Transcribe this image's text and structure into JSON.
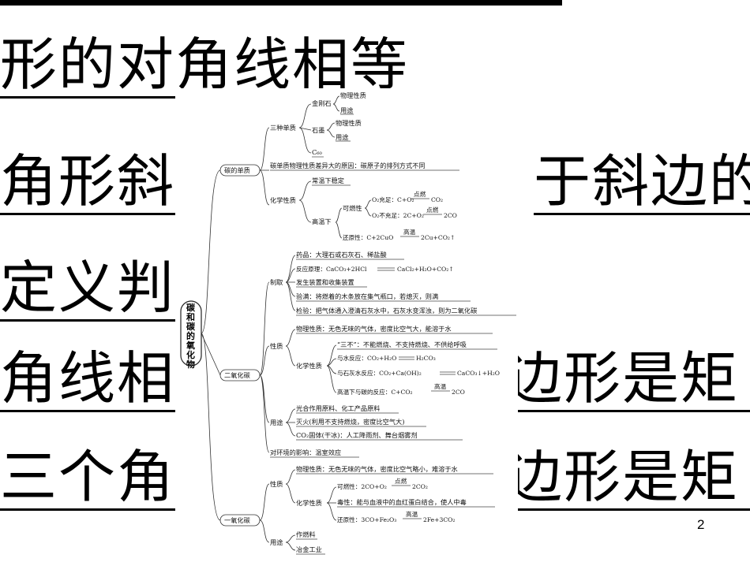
{
  "slide": {
    "lines": [
      {
        "text": "形的对角线相等"
      },
      {
        "left": "角形斜",
        "right": "于斜边的"
      },
      {
        "left": "定义判"
      },
      {
        "left": "角线相",
        "right": "边形是矩"
      },
      {
        "left": "三个角",
        "right": "边形是矩"
      }
    ],
    "page_number": "2"
  },
  "mindmap": {
    "root": "碳和碳的氧化物",
    "b1": {
      "label": "碳的单质",
      "three": "三种单质",
      "jgs": "金刚石",
      "jgs_phys": "物理性质",
      "jgs_use": "用途",
      "sm": "石墨",
      "sm_phys": "物理性质",
      "sm_use": "用途",
      "c60": "C₆₀",
      "reason": "碳单质物理性质差异大的原因：碳原子的排列方式不同",
      "chem": "化学性质",
      "normal": "常温下稳定",
      "high": "高温下",
      "comb": "可燃性",
      "o2_full": "O₂充足：C+O₂",
      "o2_full_cond": "点燃",
      "o2_full_prod": "CO₂",
      "o2_lack": "O₂不充足：2C+O₂",
      "o2_lack_cond": "点燃",
      "o2_lack_prod": "2CO",
      "red": "还原性：C+2CuO",
      "red_cond": "高温",
      "red_prod": "2Cu+CO₂↑"
    },
    "b2": {
      "label": "二氧化碳",
      "prep": "制取",
      "drug": "药品：大理石或石灰石、稀盐酸",
      "react": "反应原理：CaCO₃+2HCl",
      "react_prod": "CaCl₂+H₂O+CO₂↑",
      "device": "发生装置和收集装置",
      "full": "验满：将燃着的木条放在集气瓶口，若熄灭，则满",
      "test": "检验：把气体通入澄清石灰水中，石灰水变浑浊，则为二氧化碳",
      "prop": "性质",
      "phys": "物理性质：无色无味的气体，密度比空气大，能溶于水",
      "chem": "化学性质",
      "c1": "“三不”：不能燃烧、不支持燃烧、不供给呼吸",
      "c2": "与水反应：CO₂+H₂O",
      "c2_prod": "H₂CO₃",
      "c3": "与石灰水反应：CO₂+Ca(OH)₂",
      "c3_prod": "CaCO₃↓+H₂O",
      "c4": "高温下与碳的反应：C+CO₂",
      "c4_cond": "高温",
      "c4_prod": "2CO",
      "use": "用途",
      "u1": "光合作用原料、化工产品原料",
      "u2": "灭火(利用不支持燃烧，密度比空气大)",
      "u3": "CO₂固体(干冰)：人工降雨剂、舞台烟雾剂",
      "env": "对环境的影响：温室效应"
    },
    "b3": {
      "label": "一氧化碳",
      "prop": "性质",
      "phys": "物理性质：无色无味的气体，密度比空气略小，难溶于水",
      "chem": "化学性质",
      "comb": "可燃性：2CO+O₂",
      "comb_cond": "点燃",
      "comb_prod": "2CO₂",
      "tox": "毒性：能与血液中的血红蛋白结合，使人中毒",
      "red": "还原性：3CO+Fe₂O₃",
      "red_cond": "高温",
      "red_prod": "2Fe+3CO₂",
      "use": "用途",
      "u1": "作燃料",
      "u2": "冶金工业"
    }
  }
}
